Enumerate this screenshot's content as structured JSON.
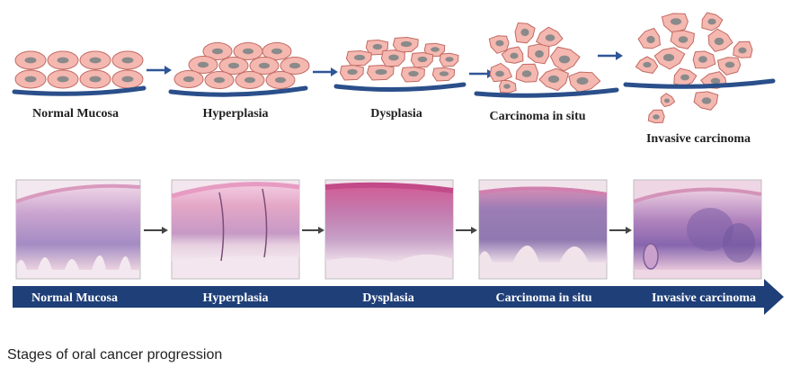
{
  "stages": [
    {
      "id": "normal",
      "name": "Normal Mucosa",
      "band_label": "Normal Mucosa"
    },
    {
      "id": "hyperplasia",
      "name": "Hyperplasia",
      "band_label": "Hyperplasia"
    },
    {
      "id": "dysplasia",
      "name": "Dysplasia",
      "band_label": "Dysplasia"
    },
    {
      "id": "cis",
      "name": "Carcinoma in situ",
      "band_label": "Carcinoma in situ"
    },
    {
      "id": "invasive",
      "name": "Invasive carcinoma",
      "band_label": "Invasive carcinoma"
    }
  ],
  "caption": "Stages of oral cancer progression",
  "colors": {
    "cell_fill": "#f4b8b0",
    "cell_stroke": "#c26a63",
    "nucleus": "#8a8a8a",
    "membrane": "#2a4f8a",
    "arrow_blue": "#2f5597",
    "band": "#1f3f78",
    "histo_pink": "#e8a6c6",
    "histo_purple": "#8b6aa8"
  }
}
